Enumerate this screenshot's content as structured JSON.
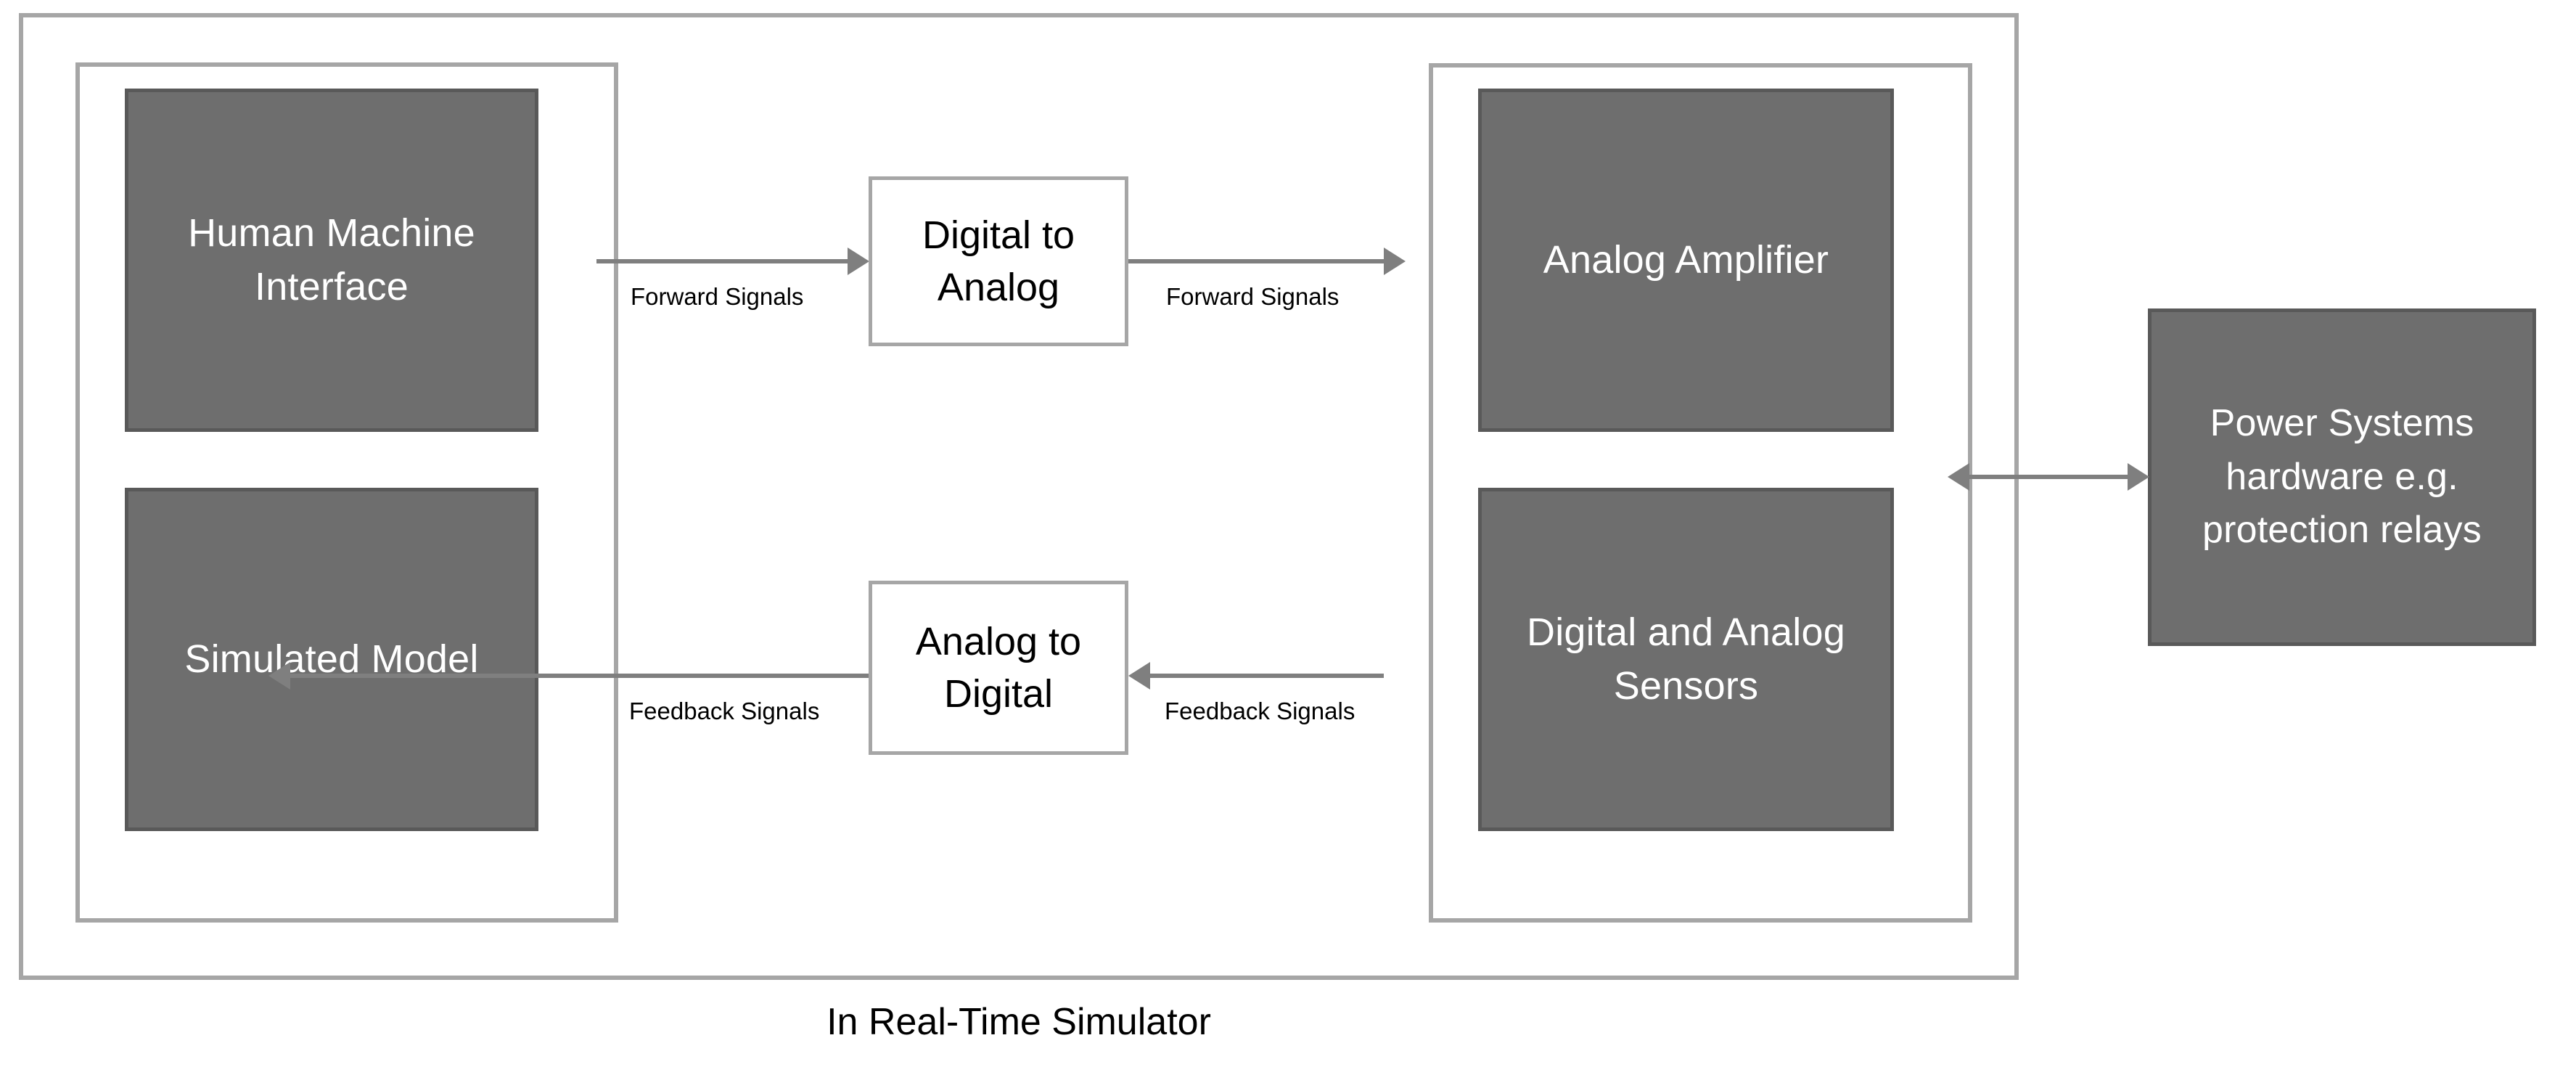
{
  "diagram": {
    "caption": "In Real-Time Simulator",
    "containers": {
      "outer_label": "In Real-Time Simulator",
      "left_panel_name": "simulator-software-panel",
      "right_panel_name": "simulator-io-panel"
    },
    "blocks": [
      {
        "id": "hmi",
        "label": "Human Machine Interface",
        "fill": "#6e6e6e",
        "text_color": "#ffffff"
      },
      {
        "id": "sim",
        "label": "Simulated Model",
        "fill": "#6e6e6e",
        "text_color": "#ffffff"
      },
      {
        "id": "dac",
        "label": "Digital to Analog",
        "fill": "#ffffff",
        "text_color": "#000000"
      },
      {
        "id": "adc",
        "label": "Analog to Digital",
        "fill": "#ffffff",
        "text_color": "#000000"
      },
      {
        "id": "amp",
        "label": "Analog Amplifier",
        "fill": "#6e6e6e",
        "text_color": "#ffffff"
      },
      {
        "id": "sensors",
        "label": "Digital and Analog Sensors",
        "fill": "#6e6e6e",
        "text_color": "#ffffff"
      },
      {
        "id": "power",
        "label": "Power Systems hardware e.g. protection relays",
        "fill": "#6e6e6e",
        "text_color": "#ffffff"
      }
    ],
    "connectors": [
      {
        "id": "fwd1",
        "label": "Forward Signals",
        "direction": "right",
        "from": "hmi",
        "to": "dac"
      },
      {
        "id": "fwd2",
        "label": "Forward Signals",
        "direction": "right",
        "from": "dac",
        "to": "amp"
      },
      {
        "id": "fbk1",
        "label": "Feedback Signals",
        "direction": "left",
        "from": "adc",
        "to": "sim"
      },
      {
        "id": "fbk2",
        "label": "Feedback Signals",
        "direction": "left",
        "from": "sensors",
        "to": "adc"
      },
      {
        "id": "bidi",
        "label": "",
        "direction": "bidirectional",
        "from": "simulator-io-panel",
        "to": "power"
      }
    ],
    "colors": {
      "block_fill": "#6e6e6e",
      "block_border": "#595959",
      "container_border": "#a6a6a6",
      "connector": "#7f7f7f",
      "background": "#ffffff",
      "label_text": "#000000"
    }
  }
}
